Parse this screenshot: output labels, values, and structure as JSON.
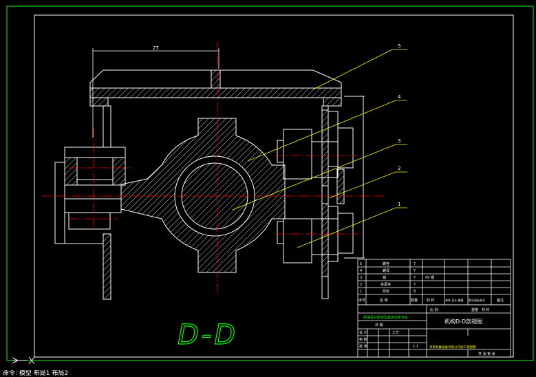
{
  "drawing": {
    "section_label": "D-D",
    "dimension_label": "2T",
    "part_balloons": [
      "5",
      "4",
      "3",
      "2",
      "1"
    ],
    "bom": {
      "rows": [
        {
          "no": "5",
          "name": "螺栓",
          "qty": "7",
          "material": "",
          "note": ""
        },
        {
          "no": "4",
          "name": "螺母",
          "qty": "7",
          "material": "",
          "note": ""
        },
        {
          "no": "3",
          "name": "销",
          "qty": "7",
          "material": "45 钢",
          "note": ""
        },
        {
          "no": "2",
          "name": "夹紧块",
          "qty": "7",
          "material": "",
          "note": ""
        },
        {
          "no": "1",
          "name": "导轨",
          "qty": "8",
          "material": "",
          "note": ""
        }
      ],
      "header": [
        "序号",
        "名 称",
        "数量",
        "材 料",
        "单件 总计 重量",
        "图号或标准号",
        "备注"
      ]
    },
    "title_block": {
      "drawing_title": "机构D-D剖视图",
      "school_line": "机械设计制造及其自动化专业",
      "scale_label": "比 例",
      "scale_value": "1:1",
      "sheet_label": "共 张 第 张",
      "drawn_by": "设 计",
      "checked_by": "审 核",
      "approved_by": "批 准",
      "process": "工艺",
      "date_label": "日 期",
      "project_line": "某某机械设备有限公司加工装配图",
      "weight_label": "重量",
      "material_label": "材 料"
    }
  },
  "colors": {
    "background": "#000000",
    "lines": "#ffffff",
    "center": "#ff0000",
    "leaders": "#ffff00",
    "label": "#00ff00",
    "frame": "#00ff00",
    "hatch": "#ffffff"
  },
  "status": {
    "command_text": "命令: 模型 布局1 布局2"
  }
}
